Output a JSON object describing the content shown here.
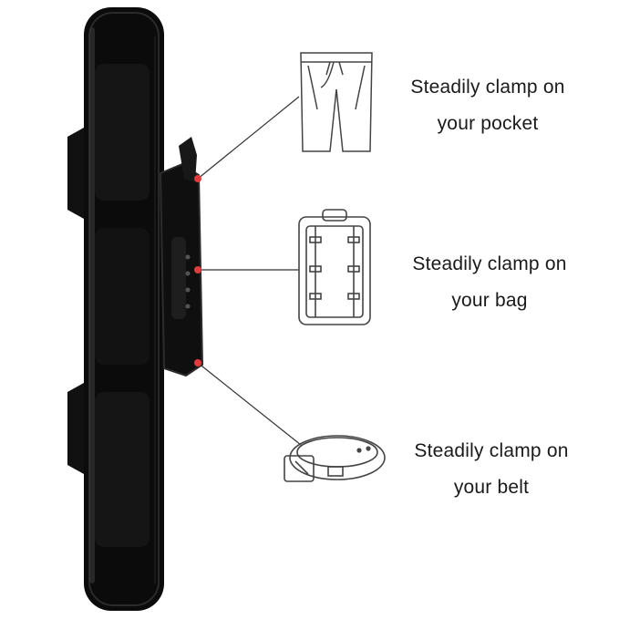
{
  "colors": {
    "case": "#0b0b0b",
    "case_highlight": "#3a3a3a",
    "callout_dot": "#e23b3b",
    "callout_line": "#333333",
    "icon_stroke": "#444444",
    "text": "#1a1a1a"
  },
  "callouts": [
    {
      "line1": "Steadily clamp on",
      "line2": "your pocket",
      "icon": "trousers-icon"
    },
    {
      "line1": "Steadily clamp on",
      "line2": "your bag",
      "icon": "backpack-icon"
    },
    {
      "line1": "Steadily clamp on",
      "line2": "your belt",
      "icon": "belt-icon"
    }
  ]
}
